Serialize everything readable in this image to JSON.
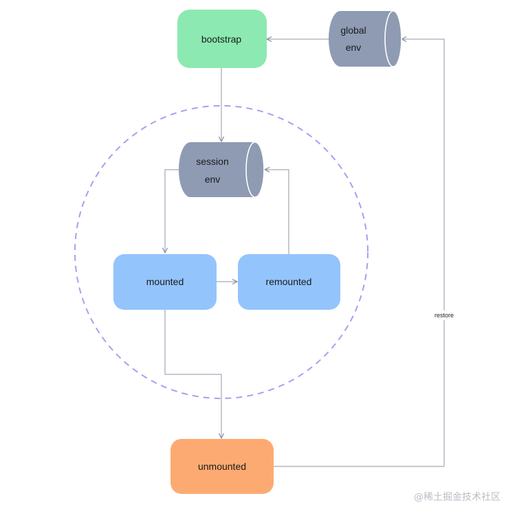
{
  "nodes": {
    "bootstrap": {
      "label": "bootstrap",
      "color": "#8ce9b1"
    },
    "global_env": {
      "label_line1": "global",
      "label_line2": "env",
      "color": "#8e9bb3"
    },
    "session_env": {
      "label_line1": "session",
      "label_line2": "env",
      "color": "#8e9bb3"
    },
    "mounted": {
      "label": "mounted",
      "color": "#93c4fc"
    },
    "remounted": {
      "label": "remounted",
      "color": "#93c4fc"
    },
    "unmounted": {
      "label": "unmounted",
      "color": "#fdaa72"
    }
  },
  "edges": {
    "restore_label": "restore"
  },
  "colors": {
    "edge": "#8e94a4",
    "scope_circle": "#a79ff0"
  },
  "watermark": "@稀土掘金技术社区"
}
